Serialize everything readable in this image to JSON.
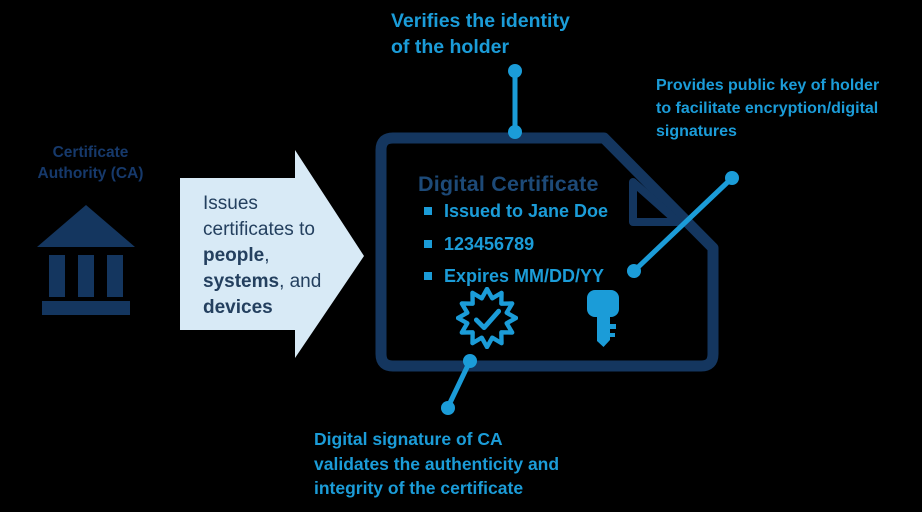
{
  "colors": {
    "accent_blue": "#1b9cd8",
    "navy": "#14365f",
    "title_navy": "#1d4a78",
    "arrow_fill": "#d8eaf6",
    "background": "#000000"
  },
  "ca": {
    "label": "Certificate Authority (CA)",
    "icon": "bank-icon"
  },
  "arrow": {
    "seg1": "Issues certificates to ",
    "people": "people",
    "sep1": ", ",
    "systems": "systems",
    "sep2": ", and ",
    "devices": "devices"
  },
  "certificate": {
    "title": "Digital Certificate",
    "bullets": [
      "Issued to Jane Doe",
      "123456789",
      "Expires MM/DD/YY"
    ],
    "seal_icon": "seal-check-icon",
    "key_icon": "key-icon",
    "corner_icon": "folded-corner"
  },
  "callouts": {
    "top": {
      "line1": "Verifies the identity",
      "line2": "of the holder"
    },
    "right": {
      "line1": "Provides public key of holder",
      "line2": "to facilitate encryption/digital",
      "line3": "signatures"
    },
    "bottom": {
      "line1": "Digital signature of CA",
      "line2": "validates the authenticity and",
      "line3": "integrity of the certificate"
    }
  }
}
